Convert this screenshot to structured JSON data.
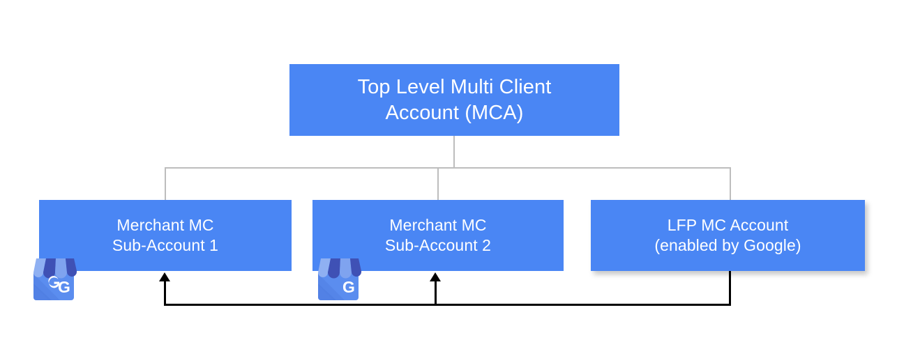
{
  "diagram": {
    "title_text": "",
    "colors": {
      "node_blue": "#4a86f4",
      "node_text": "#ffffff",
      "tree_line_gray": "#bdbdbd",
      "feedback_line_black": "#000000",
      "background": "#ffffff"
    },
    "nodes": [
      {
        "id": "top-level-mca",
        "line1": "Top Level Multi Client",
        "line2": "Account (MCA)"
      },
      {
        "id": "merchant-mc-sub-account-1",
        "line1": "Merchant MC",
        "line2": "Sub-Account 1"
      },
      {
        "id": "merchant-mc-sub-account-2",
        "line1": "Merchant MC",
        "line2": "Sub-Account 2"
      },
      {
        "id": "lfp-mc-account",
        "line1": "LFP MC Account",
        "line2": "(enabled by Google)"
      }
    ],
    "icons": [
      {
        "id": "gmb-icon-1",
        "name": "google-my-business-storefront-icon",
        "letter": "G"
      },
      {
        "id": "gmb-icon-2",
        "name": "google-my-business-storefront-icon",
        "letter": "G"
      }
    ],
    "connectors": {
      "tree": "Top Level MCA branches down to the three accounts below",
      "feedback": "LFP MC Account feeds back with arrows into Merchant MC Sub-Account 1 and Sub-Account 2"
    }
  }
}
